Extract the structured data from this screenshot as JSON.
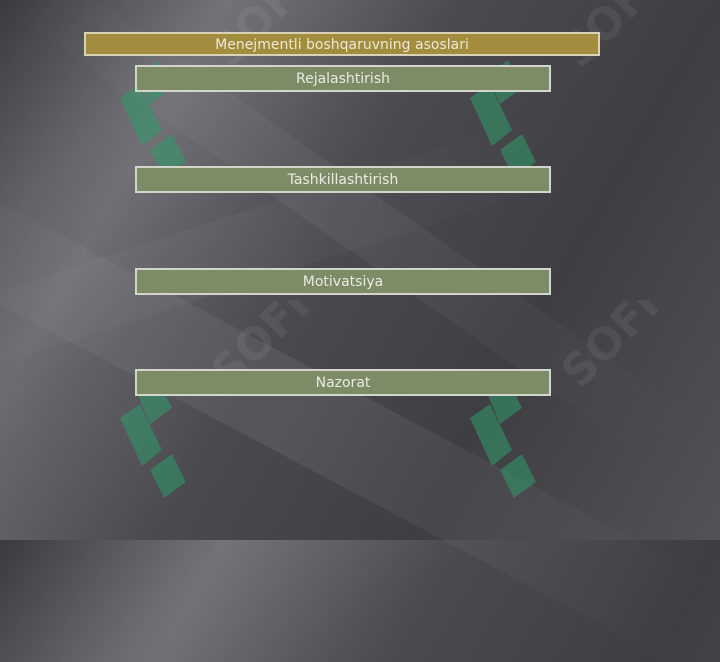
{
  "title": "Menejmentli boshqaruvning asoslari",
  "nodes": [
    {
      "label": "Rejalashtirish"
    },
    {
      "label": "Tashkillashtirish"
    },
    {
      "label": "Motivatsiya"
    },
    {
      "label": "Nazorat"
    }
  ],
  "watermark": {
    "text": "SOFF",
    "icon": "soff-logo-icon",
    "color": "#2f9a6a"
  },
  "colors": {
    "title_fill": "#a28d3e",
    "node_fill": "#7d8c66",
    "border": "#d2d5ca"
  }
}
